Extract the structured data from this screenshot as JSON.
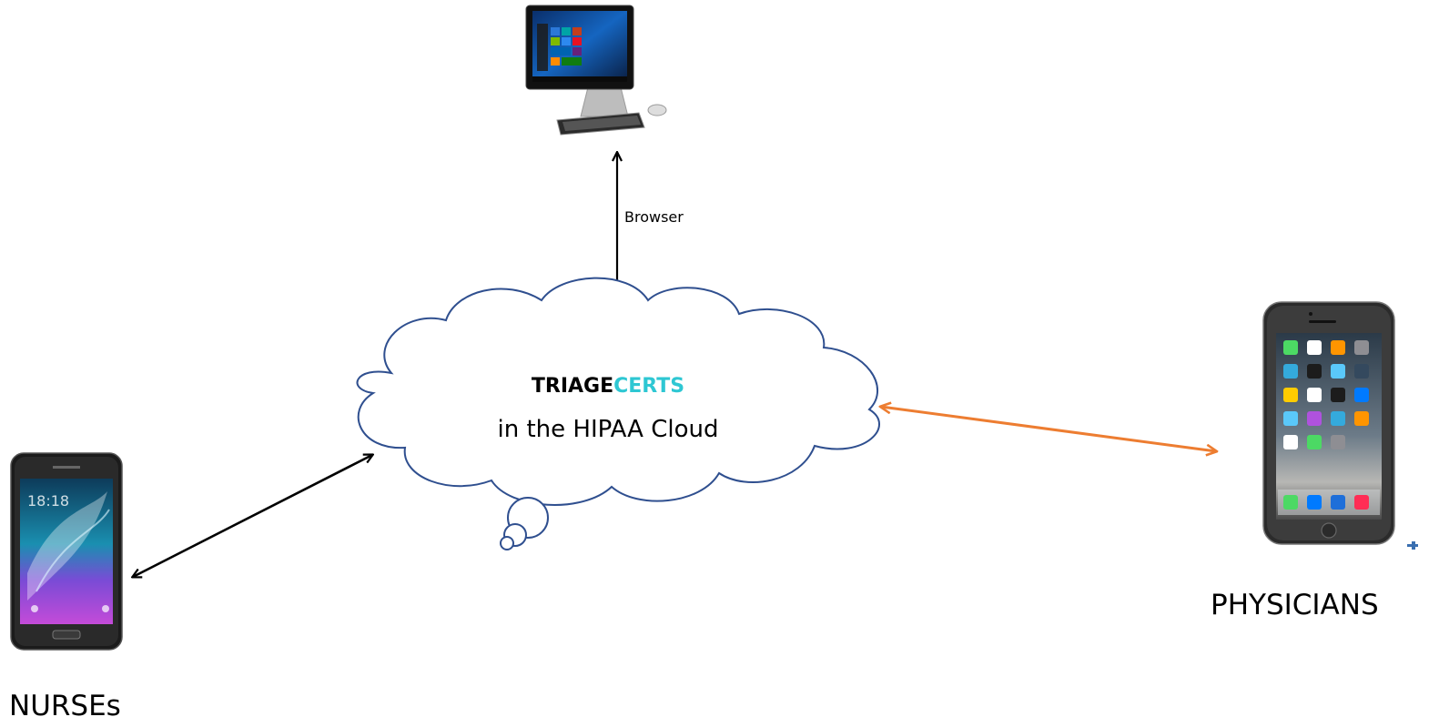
{
  "cloud": {
    "brand_part1": "TRIAGE",
    "brand_part2": "CERTS",
    "tagline": "in the HIPAA Cloud"
  },
  "connections": {
    "browser_label": "Browser"
  },
  "roles": {
    "nurses": "NURSEs",
    "physicians": "PHYSICIANS"
  },
  "colors": {
    "brand_dark": "#000000",
    "brand_accent": "#2ec7d3",
    "cloud_outline": "#2f4f8f",
    "physician_link": "#ed7d31",
    "link": "#000000"
  }
}
